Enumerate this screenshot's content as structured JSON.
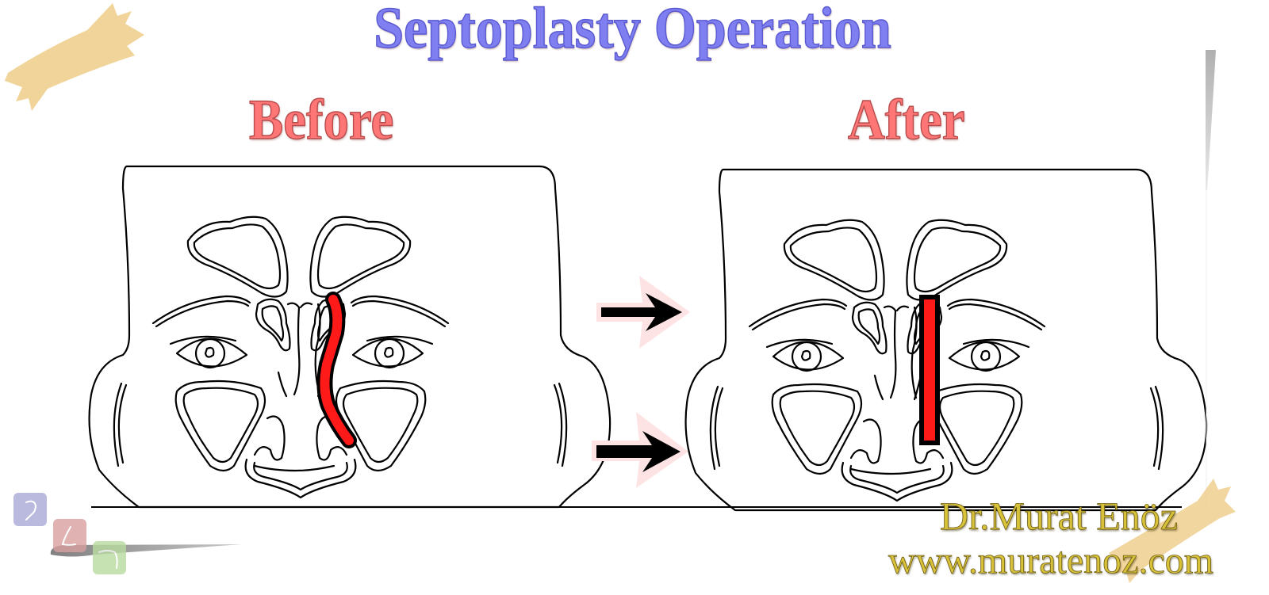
{
  "title": "Septoplasty Operation",
  "labels": {
    "before": "Before",
    "after": "After"
  },
  "credit": {
    "name": "Dr.Murat Enöz",
    "url": "www.muratenoz.com"
  },
  "diagrams": [
    {
      "id": "before",
      "septum": "deviated",
      "septum_color": "#ff1a1a"
    },
    {
      "id": "after",
      "septum": "straight",
      "septum_color": "#ff1a1a"
    }
  ],
  "arrows": [
    {
      "direction": "right",
      "color": "#000000",
      "glow": "#fde0e0"
    },
    {
      "direction": "right",
      "color": "#000000",
      "glow": "#fde0e0"
    }
  ],
  "decorations": {
    "tape_color": "#f0cf8e",
    "tiles": [
      {
        "icon": "ear-icon",
        "color": "#a9a9d6"
      },
      {
        "icon": "nose-icon",
        "color": "#d9a0a0"
      },
      {
        "icon": "throat-icon",
        "color": "#b9dca0"
      }
    ]
  },
  "colors": {
    "title": "#7f7ff2",
    "labels": "#ff7676",
    "credit": "#d8c23a"
  }
}
